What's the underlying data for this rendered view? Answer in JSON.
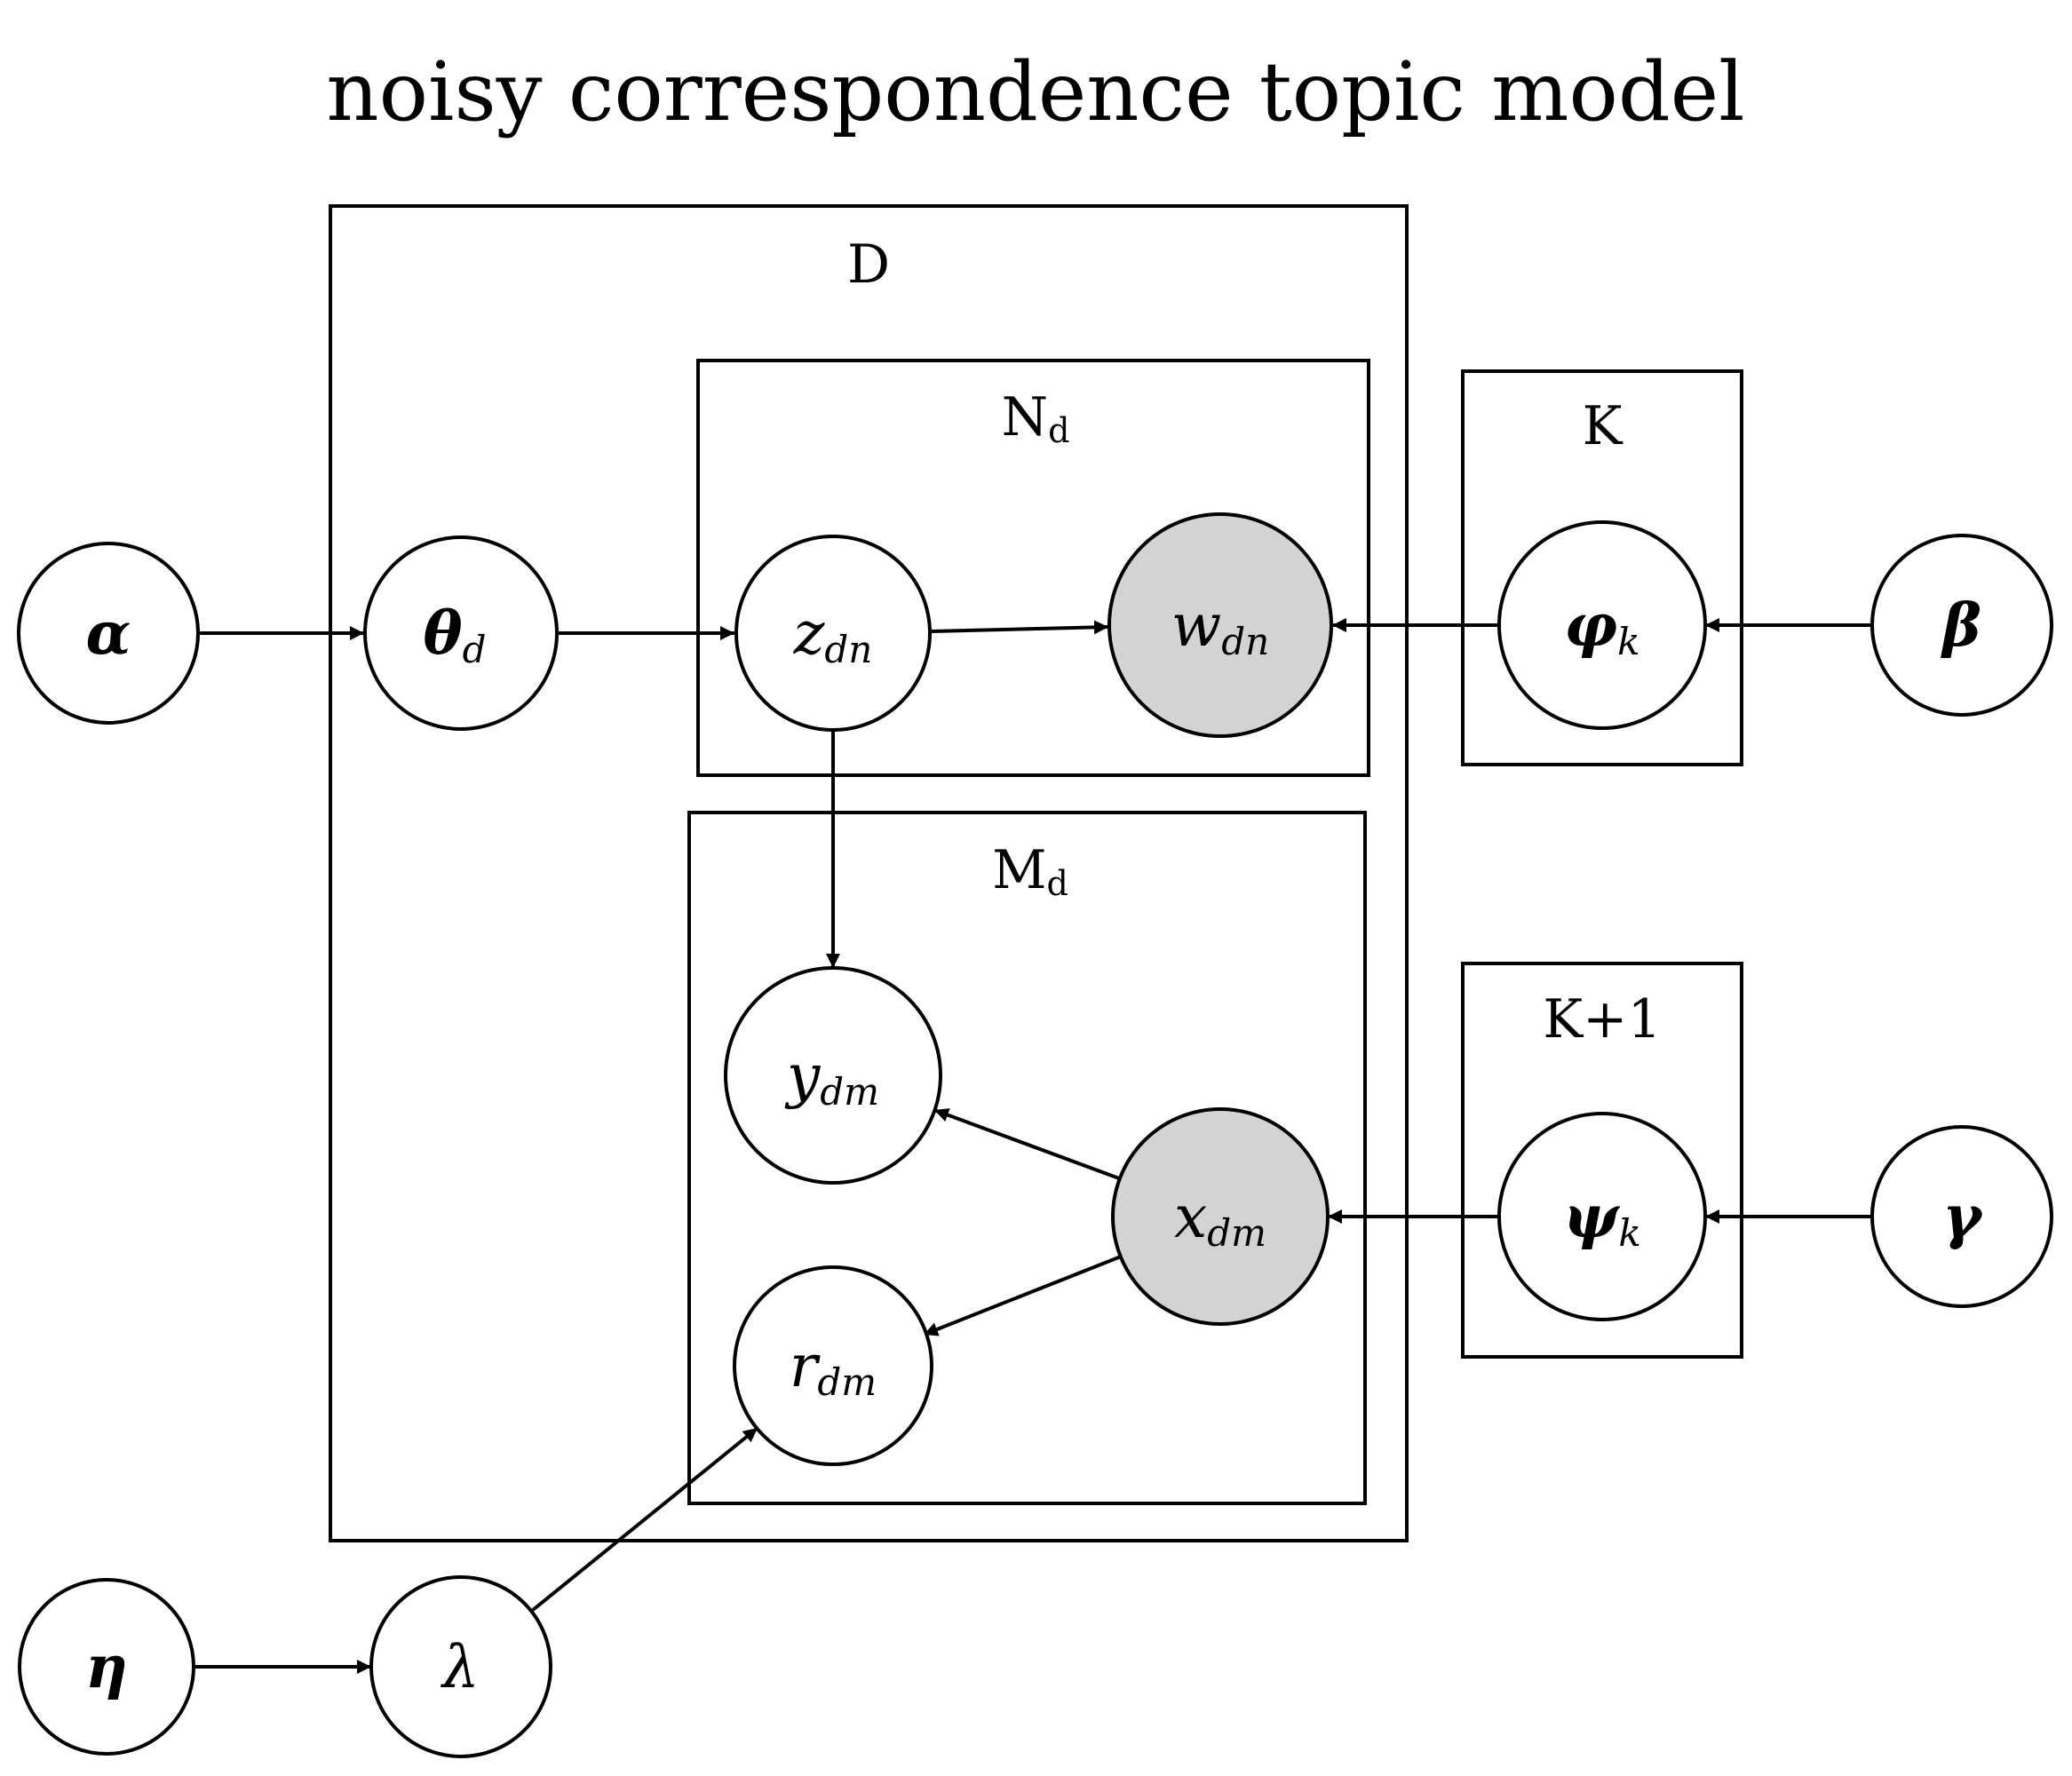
{
  "title": "noisy correspondence topic model",
  "colors": {
    "observed_fill": "#d3d3d3",
    "latent_fill": "#ffffff",
    "stroke": "#000000"
  },
  "plates": {
    "D": {
      "label": "D",
      "sub": ""
    },
    "Nd": {
      "label": "N",
      "sub": "d"
    },
    "Md": {
      "label": "M",
      "sub": "d"
    },
    "K": {
      "label": "K",
      "sub": ""
    },
    "K1": {
      "label": "K+1",
      "sub": ""
    }
  },
  "nodes": {
    "alpha": {
      "symbol": "α",
      "sub": "",
      "observed": false
    },
    "theta": {
      "symbol": "θ",
      "sub": "d",
      "observed": false
    },
    "z": {
      "symbol": "z",
      "sub": "dn",
      "observed": false
    },
    "w": {
      "symbol": "w",
      "sub": "dn",
      "observed": true
    },
    "phi": {
      "symbol": "φ",
      "sub": "k",
      "observed": false
    },
    "beta": {
      "symbol": "β",
      "sub": "",
      "observed": false
    },
    "y": {
      "symbol": "y",
      "sub": "dm",
      "observed": false
    },
    "x": {
      "symbol": "x",
      "sub": "dm",
      "observed": true
    },
    "r": {
      "symbol": "r",
      "sub": "dm",
      "observed": false
    },
    "psi": {
      "symbol": "ψ",
      "sub": "k",
      "observed": false
    },
    "gamma": {
      "symbol": "γ",
      "sub": "",
      "observed": false
    },
    "eta": {
      "symbol": "η",
      "sub": "",
      "observed": false
    },
    "lambda": {
      "symbol": "λ",
      "sub": "",
      "observed": false
    }
  },
  "edges": [
    [
      "alpha",
      "theta"
    ],
    [
      "theta",
      "z"
    ],
    [
      "z",
      "w"
    ],
    [
      "phi",
      "w"
    ],
    [
      "beta",
      "phi"
    ],
    [
      "z",
      "y"
    ],
    [
      "x",
      "y"
    ],
    [
      "x",
      "r"
    ],
    [
      "psi",
      "x"
    ],
    [
      "gamma",
      "psi"
    ],
    [
      "eta",
      "lambda"
    ],
    [
      "lambda",
      "r"
    ]
  ]
}
